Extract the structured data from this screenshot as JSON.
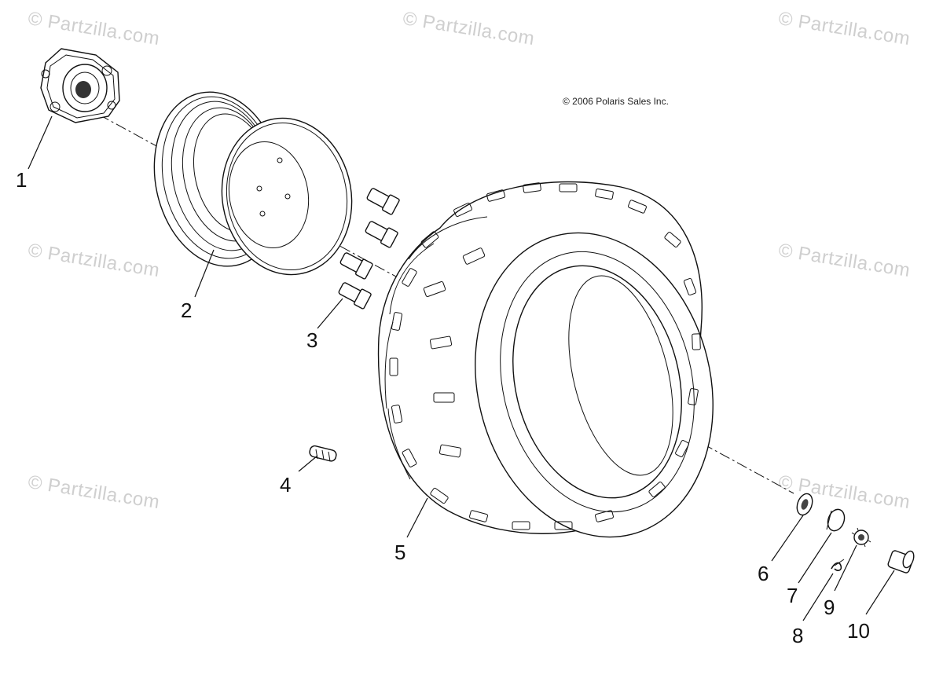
{
  "copyright": "© 2006 Polaris Sales Inc.",
  "watermark": "© Partzilla.com",
  "callouts": [
    {
      "label": "1",
      "part": "hub"
    },
    {
      "label": "2",
      "part": "wheel-rim"
    },
    {
      "label": "3",
      "part": "lug-nut"
    },
    {
      "label": "4",
      "part": "valve-stem"
    },
    {
      "label": "5",
      "part": "tire"
    },
    {
      "label": "6",
      "part": "washer"
    },
    {
      "label": "7",
      "part": "spacer"
    },
    {
      "label": "8",
      "part": "cotter-pin"
    },
    {
      "label": "9",
      "part": "castle-nut"
    },
    {
      "label": "10",
      "part": "cap"
    }
  ]
}
